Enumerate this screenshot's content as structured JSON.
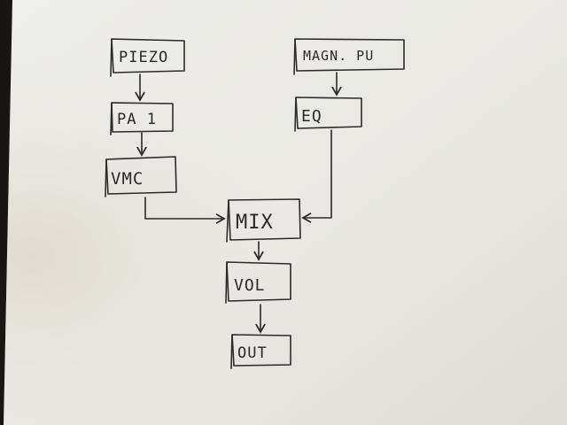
{
  "diagram": {
    "blocks": {
      "piezo": "PIEZO",
      "magn_pu": "MAGN. PU",
      "pa1": "PA 1",
      "eq": "EQ",
      "vmc": "VMC",
      "mix": "MIX",
      "vol": "VOL",
      "out": "OUT"
    }
  },
  "colors": {
    "paper": "#ecebe6",
    "ink": "#2b2b2b",
    "background": "#1a1614"
  }
}
